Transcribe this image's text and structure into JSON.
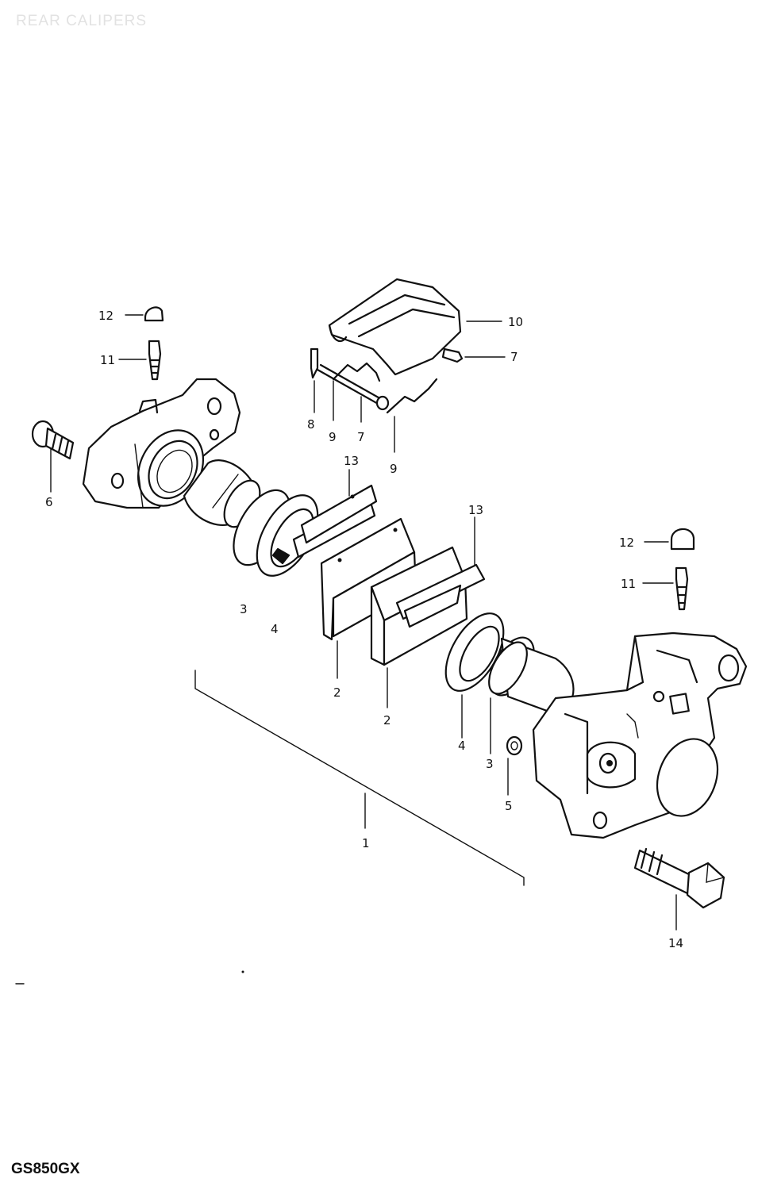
{
  "title": "REAR CALIPERS",
  "model": "GS850GX",
  "callouts": {
    "c1": "1",
    "c2a": "2",
    "c2b": "2",
    "c3a": "3",
    "c3b": "3",
    "c4a": "4",
    "c4b": "4",
    "c5": "5",
    "c6": "6",
    "c7a": "7",
    "c7b": "7",
    "c8": "8",
    "c9a": "9",
    "c9b": "9",
    "c10": "10",
    "c11a": "11",
    "c11b": "11",
    "c12a": "12",
    "c12b": "12",
    "c13a": "13",
    "c13b": "13",
    "c14": "14"
  }
}
